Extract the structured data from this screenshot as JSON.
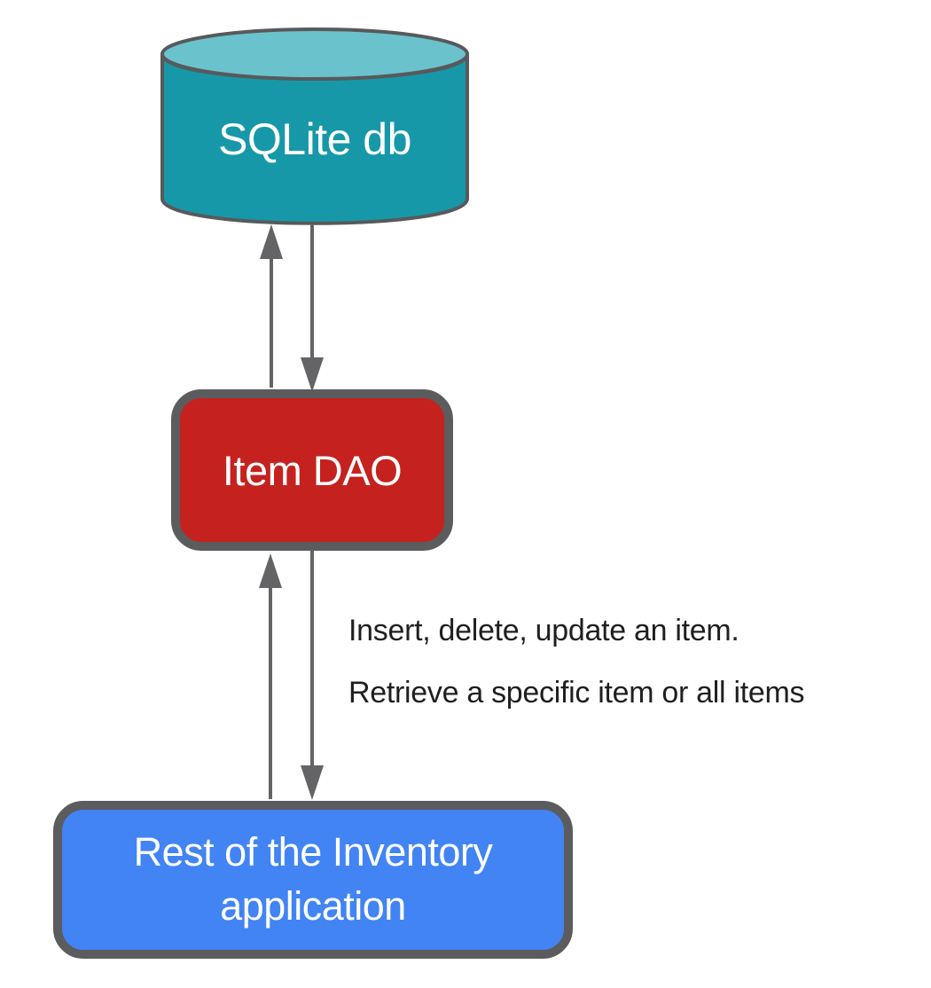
{
  "colors": {
    "background": "#ffffff",
    "cylinder_body": "#1798a8",
    "cylinder_top": "#6ac2cc",
    "shape_stroke": "#58595b",
    "dao_fill": "#c5221f",
    "app_fill": "#4284f3",
    "box_border": "#5b5c5e",
    "arrow": "#646467",
    "label_text": "#ffffff",
    "note_text": "#1f1f1f"
  },
  "diagram": {
    "database": {
      "shape": "cylinder",
      "label": "SQLite db"
    },
    "dao": {
      "shape": "rounded-rectangle",
      "label": "Item DAO"
    },
    "app": {
      "shape": "rounded-rectangle",
      "label": "Rest of the Inventory application",
      "label_lines": [
        "Rest of the Inventory",
        "application"
      ]
    },
    "annotation": {
      "line1": "Insert, delete, update an item.",
      "line2": "Retrieve a specific item or all items"
    }
  }
}
